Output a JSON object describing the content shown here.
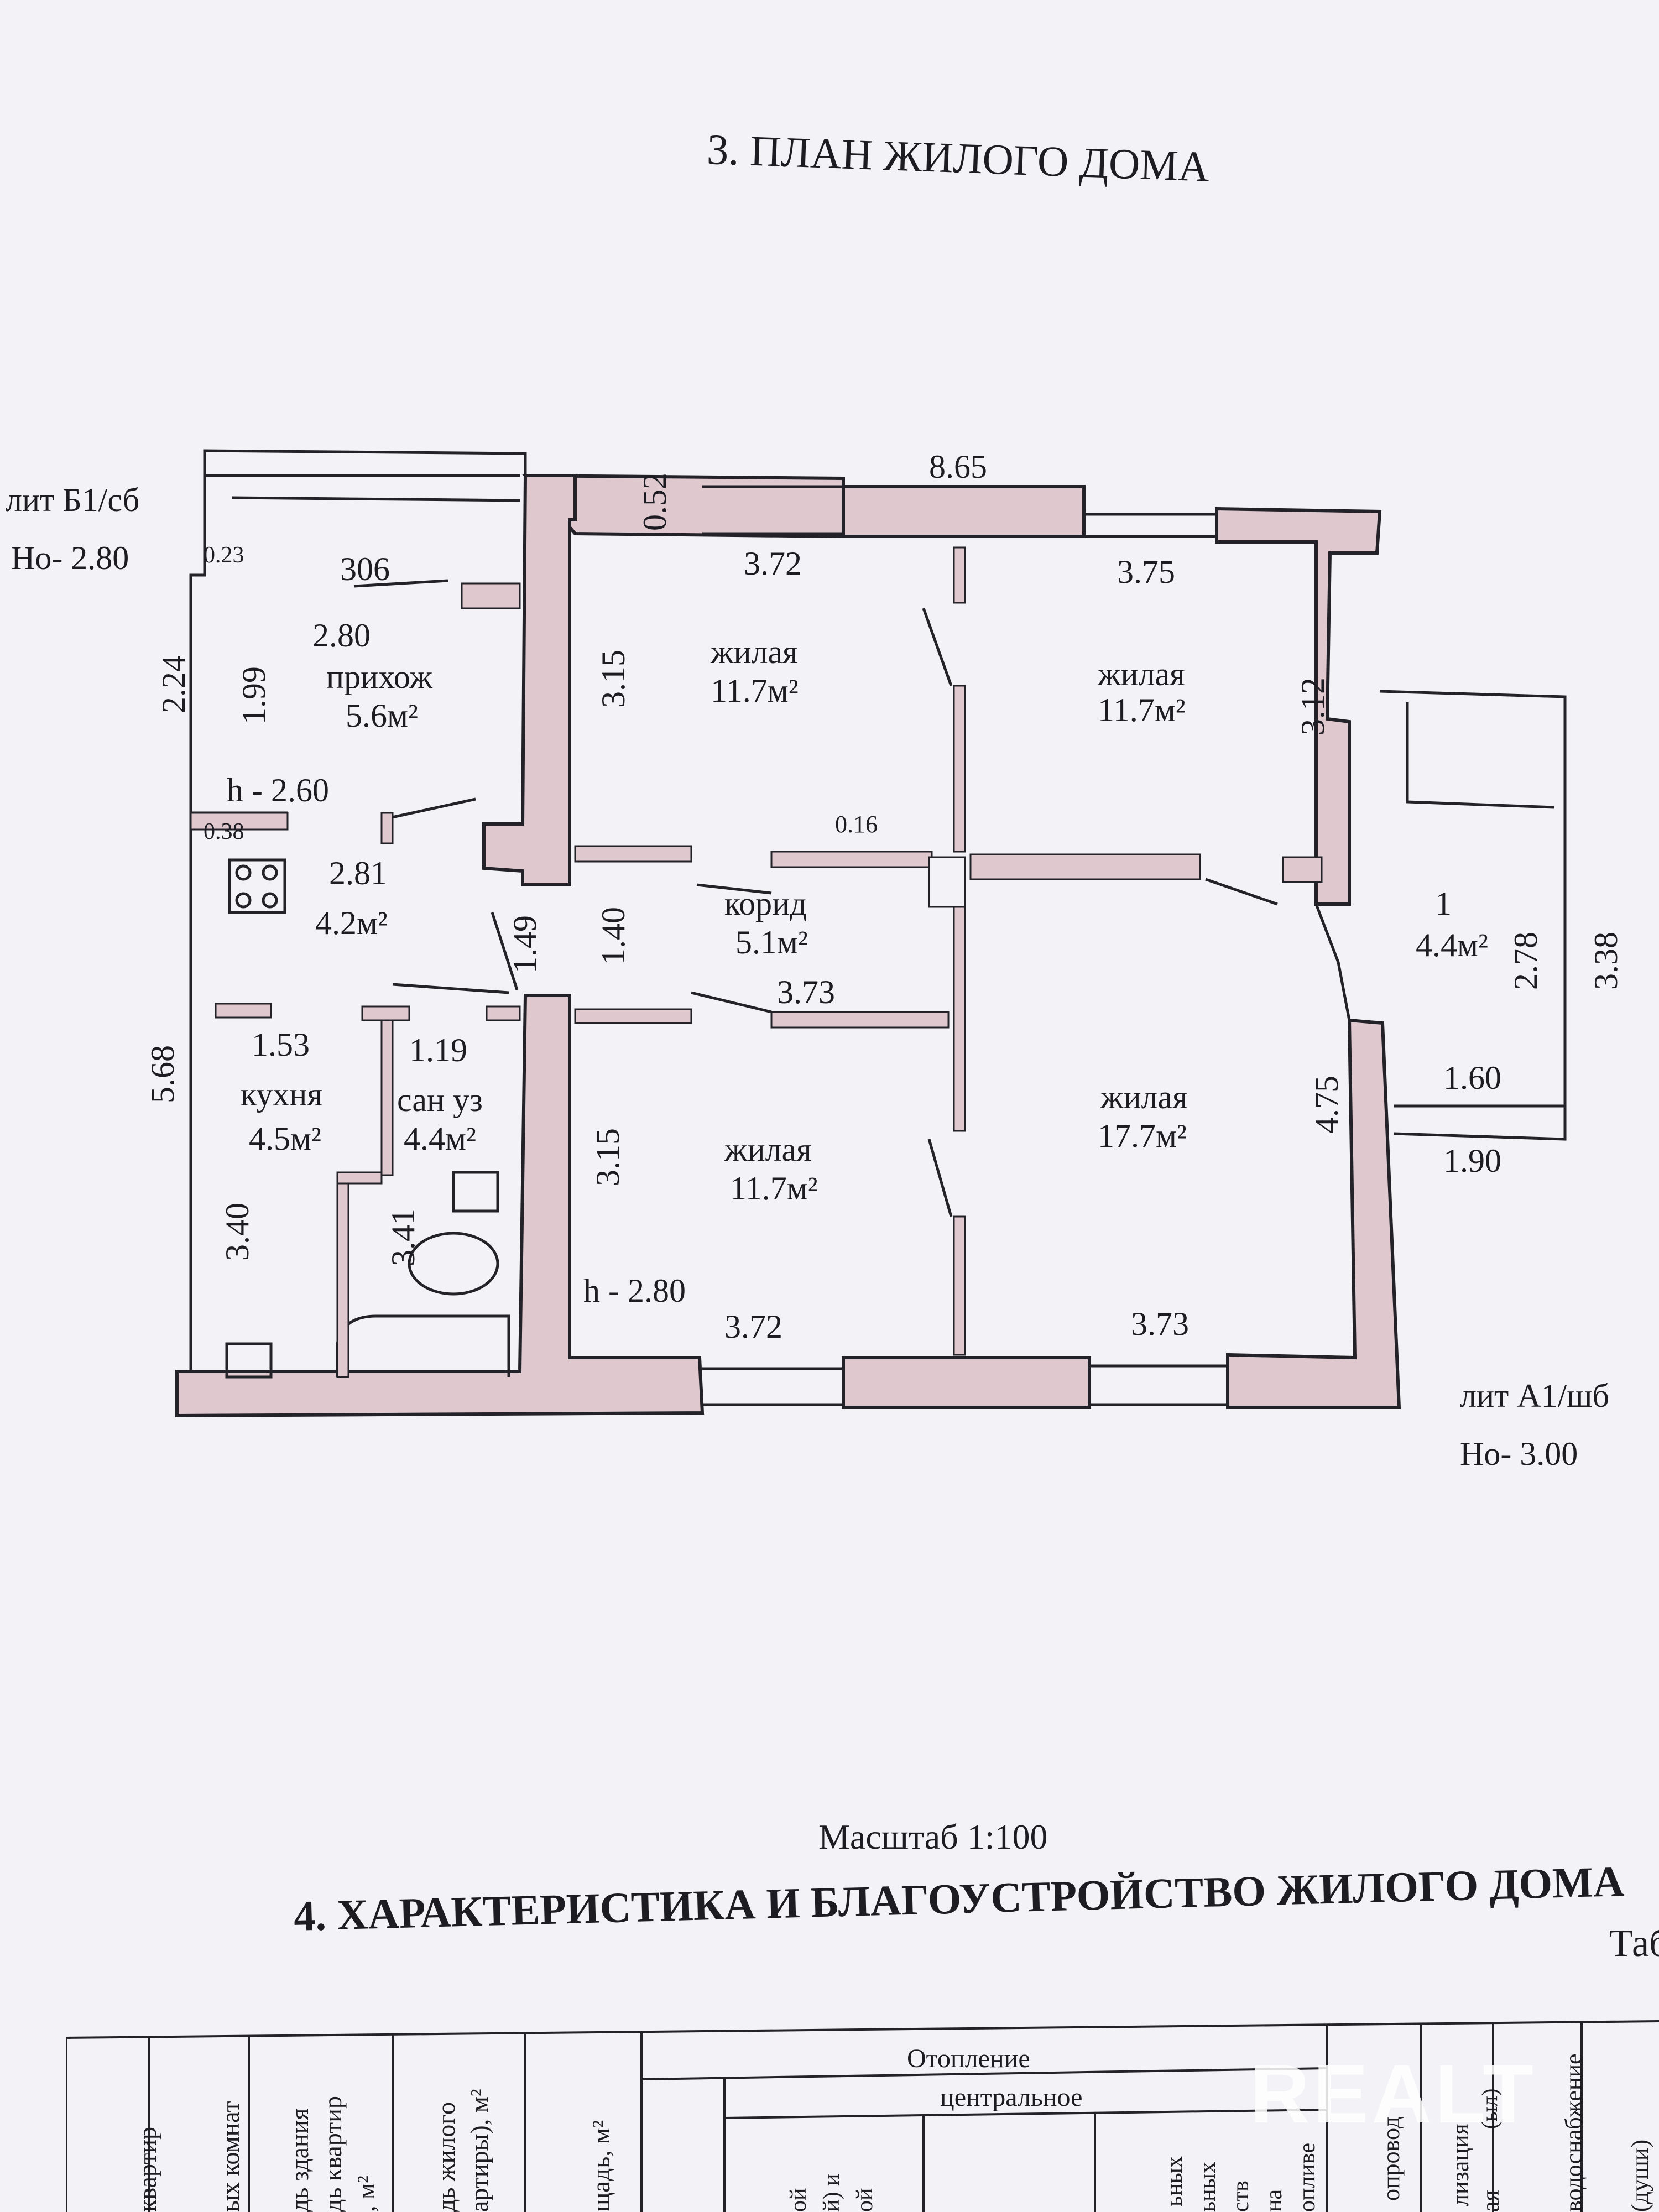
{
  "document": {
    "plan_title": "3. ПЛАН ЖИЛОГО ДОМА",
    "scale": "Масштаб 1:100",
    "section4_title": "4. ХАРАКТЕРИСТИКА И БЛАГОУСТРОЙСТВО ЖИЛОГО ДОМА",
    "section4_cut": "Таб"
  },
  "plan": {
    "lit_b": "лит Б1/сб",
    "lit_b_h": "Но- 2.80",
    "lit_a": "лит А1/шб",
    "lit_a_h": "Но- 3.00",
    "h_260": "h - 2.60",
    "h_280": "h - 2.80",
    "rooms": {
      "hall": {
        "name": "прихож",
        "area": "5.6м²"
      },
      "kitchen_top": {
        "area": "4.2м²"
      },
      "kitchen": {
        "name": "кухня",
        "area": "4.5м²"
      },
      "bath": {
        "name": "сан уз",
        "area": "4.4м²"
      },
      "corridor": {
        "name": "корид",
        "area": "5.1м²"
      },
      "living_tl": {
        "name": "жилая",
        "area": "11.7м²"
      },
      "living_tr": {
        "name": "жилая",
        "area": "11.7м²"
      },
      "living_bl": {
        "name": "жилая",
        "area": "11.7м²"
      },
      "living_br": {
        "name": "жилая",
        "area": "17.7м²"
      },
      "veranda": {
        "name": "1",
        "area": "4.4м²"
      }
    },
    "dims": {
      "d865": "8.65",
      "d052": "0.52",
      "d372a": "3.72",
      "d375": "3.75",
      "d023": "0.23",
      "d306": "306",
      "d280": "2.80",
      "d224": "2.24",
      "d199": "1.99",
      "d315a": "3.15",
      "d312": "3.12",
      "d038": "0.38",
      "d281": "2.81",
      "d016": "0.16",
      "d149": "1.49",
      "d140": "1.40",
      "d373a": "3.73",
      "d278": "2.78",
      "d338": "3.38",
      "d568": "5.68",
      "d153": "1.53",
      "d119": "1.19",
      "d475": "4.75",
      "d160": "1.60",
      "d190": "1.90",
      "d340": "3.40",
      "d341": "3.41",
      "d315b": "3.15",
      "d372b": "3.72",
      "d373b": "3.73"
    }
  },
  "table": {
    "headers": {
      "col1": "квартир",
      "col2": "ых комнат",
      "col3a": "дь здания",
      "col3b": "дь квартир",
      "col3c": ", м²",
      "col4a": "дь жилого",
      "col4b": "артиры), м²",
      "col5": "щадь, м²",
      "heating": "Отопление",
      "central": "центральное",
      "sub1a": "ой",
      "sub1b": "й) и",
      "sub1c": "ой",
      "sub2a": "ьных",
      "sub2b": "ьных",
      "sub2c": "ств",
      "sub3a": "на",
      "sub3b": "опливе",
      "water": "опровод",
      "sewer": "лизация",
      "sewer2": "ая",
      "sewer3": "(ыл)",
      "hotwater": "водоснабжение",
      "shower": "(души)"
    }
  },
  "watermark": "REALT",
  "colors": {
    "wall": "#dfc9cf",
    "line": "#222228",
    "paper": "#f3f2f6"
  }
}
